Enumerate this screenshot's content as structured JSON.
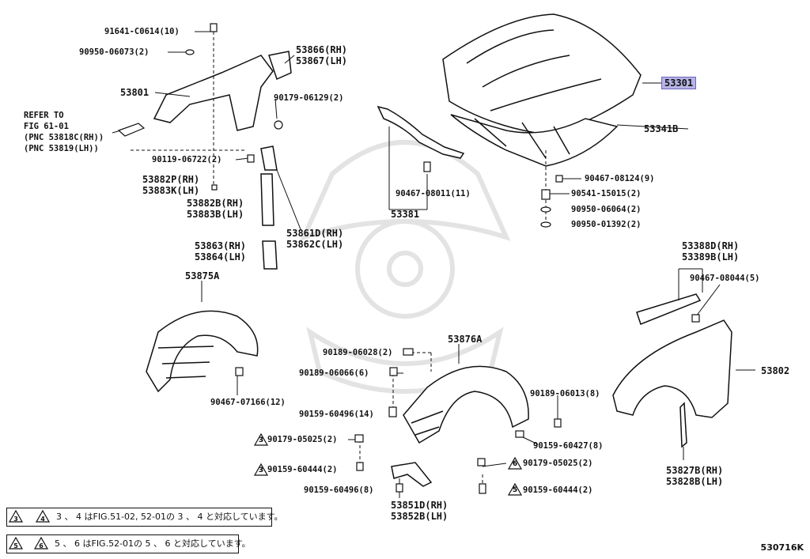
{
  "callouts": {
    "p91641": "91641-C0614(10)",
    "p90950_06073": "90950-06073(2)",
    "p53866": "53866(RH)",
    "p53867": "53867(LH)",
    "p53801": "53801",
    "p90179_06129": "90179-06129(2)",
    "refer1": "REFER TO",
    "refer2": "FIG 61-01",
    "refer3": "(PNC 53818C(RH))",
    "refer4": "(PNC 53819(LH))",
    "p90119": "90119-06722(2)",
    "p53882p": "53882P(RH)",
    "p53883k": "53883K(LH)",
    "p53882b": "53882B(RH)",
    "p53883b": "53883B(LH)",
    "p53861d": "53861D(RH)",
    "p53862c": "53862C(LH)",
    "p53863": "53863(RH)",
    "p53864": "53864(LH)",
    "p53875a": "53875A",
    "p90467_07166": "90467-07166(12)",
    "p53301": "53301",
    "p53341b": "53341B",
    "p90467_08124": "90467-08124(9)",
    "p90541": "90541-15015(2)",
    "p90950_06064": "90950-06064(2)",
    "p90950_01392": "90950-01392(2)",
    "p90467_08011": "90467-08011(11)",
    "p53381": "53381",
    "p53388d": "53388D(RH)",
    "p53389b": "53389B(LH)",
    "p90467_08044": "90467-08044(5)",
    "p53802": "53802",
    "p53876a": "53876A",
    "p90189_06028": "90189-06028(2)",
    "p90189_06066": "90189-06066(6)",
    "p90189_06013": "90189-06013(8)",
    "p90159_60496_14": "90159-60496(14)",
    "p90179_05025_a": "90179-05025(2)",
    "p90159_60427": "90159-60427(8)",
    "p90159_60444_a": "90159-60444(2)",
    "p90179_05025_b": "90179-05025(2)",
    "p90159_60496_8": "90159-60496(8)",
    "p90159_60444_b": "90159-60444(2)",
    "p53851d": "53851D(RH)",
    "p53852b": "53852B(LH)",
    "p53827b": "53827B(RH)",
    "p53828b": "53828B(LH)"
  },
  "triangles": {
    "t3a": "3",
    "t3b": "3",
    "t6": "6",
    "t5": "5"
  },
  "notes": {
    "note1": "3 、 4 はFIG.51-02, 52-01の 3 、 4 と対応しています。",
    "note2": "5 、 6 はFIG.52-01の 5 、 6 と対応しています。"
  },
  "figure_code": "530716K",
  "colors": {
    "highlight": "#b7b3e6",
    "ink": "#111111",
    "watermark": "#dddddd"
  }
}
